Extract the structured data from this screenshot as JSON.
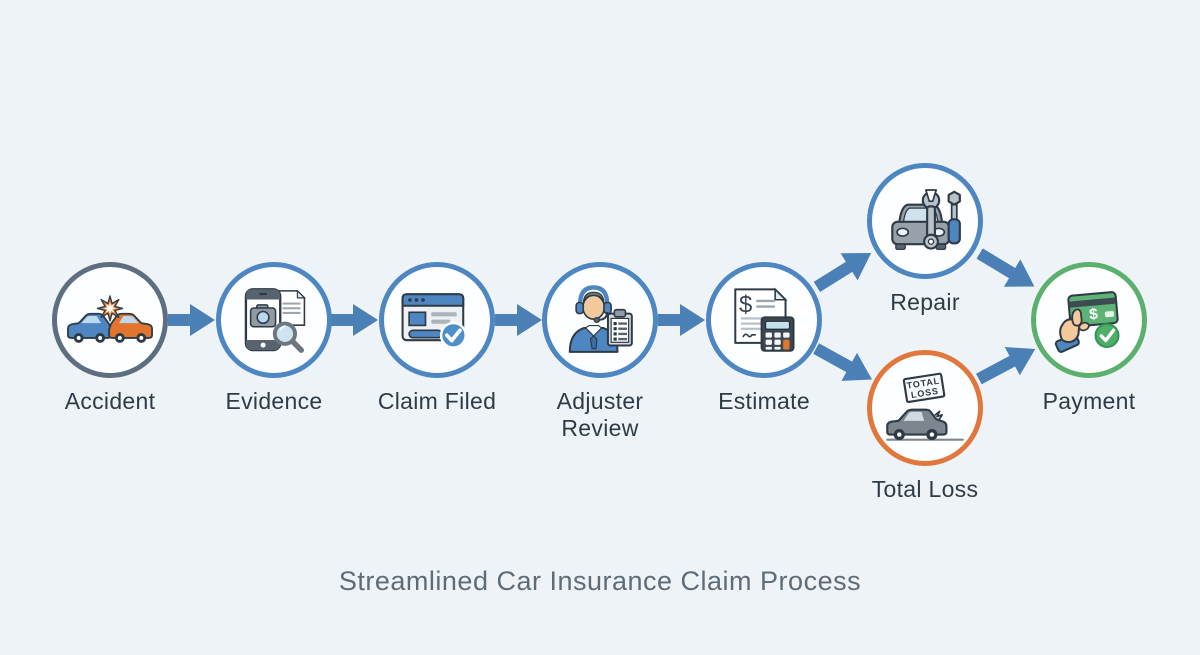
{
  "title": {
    "text": "Streamlined Car Insurance Claim Process"
  },
  "colors": {
    "background": "#edf3f6",
    "arrow": "#4a80b6",
    "circle_fill": "#fdfeff",
    "border_gray": "#5d6e80",
    "border_blue": "#4d86c0",
    "border_orange": "#e0773c",
    "border_green": "#5cb06e",
    "label_text": "#2f3b46",
    "title_text": "#5e6c78"
  },
  "nodes": [
    {
      "id": "accident",
      "label": "Accident",
      "icon": "car-crash-icon",
      "border_color": "#5d6e80"
    },
    {
      "id": "evidence",
      "label": "Evidence",
      "icon": "photo-evidence-icon",
      "border_color": "#4d86c0"
    },
    {
      "id": "claim_filed",
      "label": "Claim Filed",
      "icon": "claim-form-icon",
      "border_color": "#4d86c0"
    },
    {
      "id": "adjuster_review",
      "label": "Adjuster Review",
      "icon": "adjuster-headset-icon",
      "border_color": "#4d86c0"
    },
    {
      "id": "estimate",
      "label": "Estimate",
      "icon": "estimate-calculator-icon",
      "border_color": "#4d86c0"
    },
    {
      "id": "repair",
      "label": "Repair",
      "icon": "car-repair-tools-icon",
      "border_color": "#4d86c0"
    },
    {
      "id": "total_loss",
      "label": "Total Loss",
      "icon": "total-loss-car-icon",
      "border_color": "#e0773c"
    },
    {
      "id": "payment",
      "label": "Payment",
      "icon": "payment-card-hand-icon",
      "border_color": "#5cb06e"
    }
  ],
  "edges": [
    {
      "from": "accident",
      "to": "evidence"
    },
    {
      "from": "evidence",
      "to": "claim_filed"
    },
    {
      "from": "claim_filed",
      "to": "adjuster_review"
    },
    {
      "from": "adjuster_review",
      "to": "estimate"
    },
    {
      "from": "estimate",
      "to": "repair"
    },
    {
      "from": "estimate",
      "to": "total_loss"
    },
    {
      "from": "repair",
      "to": "payment"
    },
    {
      "from": "total_loss",
      "to": "payment"
    }
  ],
  "icon_texts": {
    "estimate_currency_symbol": "$",
    "payment_currency_symbol": "$",
    "total_loss_sign_line1": "TOTAL",
    "total_loss_sign_line2": "LOSS"
  }
}
